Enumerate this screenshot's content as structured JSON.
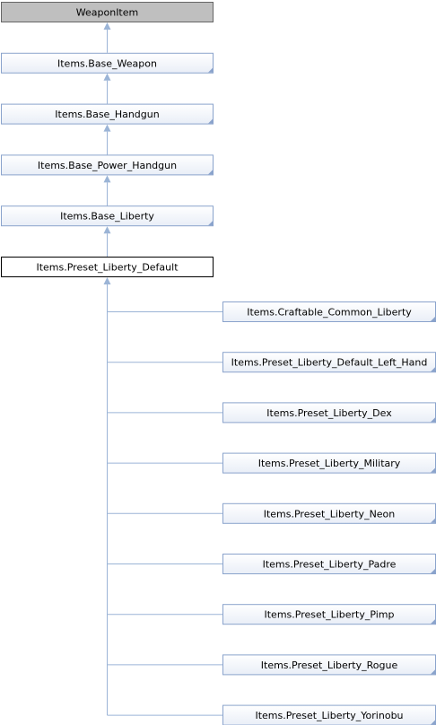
{
  "colors": {
    "edge": "#9bb4d6",
    "node_border": "#8aa3cc",
    "node_fill_top": "#ffffff",
    "node_fill_bottom": "#e9eef7",
    "root_fill": "#bfbfbf",
    "root_border": "#666666",
    "focus_fill": "#ffffff",
    "focus_border": "#000000"
  },
  "chain": [
    {
      "id": "weaponitem",
      "label": "WeaponItem",
      "kind": "root"
    },
    {
      "id": "base-weapon",
      "label": "Items.Base_Weapon",
      "kind": "normal"
    },
    {
      "id": "base-handgun",
      "label": "Items.Base_Handgun",
      "kind": "normal"
    },
    {
      "id": "base-power-handgun",
      "label": "Items.Base_Power_Handgun",
      "kind": "normal"
    },
    {
      "id": "base-liberty",
      "label": "Items.Base_Liberty",
      "kind": "normal"
    },
    {
      "id": "preset-liberty-default",
      "label": "Items.Preset_Liberty_Default",
      "kind": "focus"
    }
  ],
  "children": [
    {
      "id": "craftable-common-liberty",
      "label": "Items.Craftable_Common_Liberty"
    },
    {
      "id": "preset-liberty-default-left-hand",
      "label": "Items.Preset_Liberty_Default_Left_Hand"
    },
    {
      "id": "preset-liberty-dex",
      "label": "Items.Preset_Liberty_Dex"
    },
    {
      "id": "preset-liberty-military",
      "label": "Items.Preset_Liberty_Military"
    },
    {
      "id": "preset-liberty-neon",
      "label": "Items.Preset_Liberty_Neon"
    },
    {
      "id": "preset-liberty-padre",
      "label": "Items.Preset_Liberty_Padre"
    },
    {
      "id": "preset-liberty-pimp",
      "label": "Items.Preset_Liberty_Pimp"
    },
    {
      "id": "preset-liberty-rogue",
      "label": "Items.Preset_Liberty_Rogue"
    },
    {
      "id": "preset-liberty-yorinobu",
      "label": "Items.Preset_Liberty_Yorinobu"
    }
  ]
}
